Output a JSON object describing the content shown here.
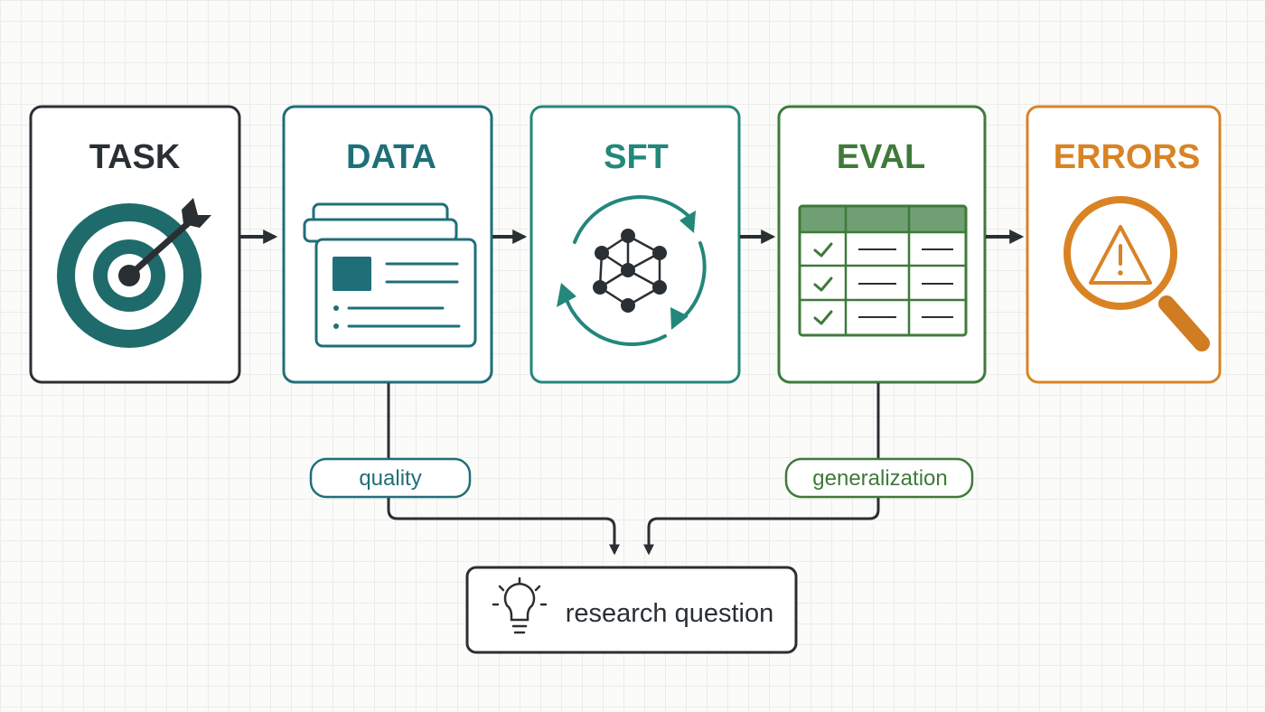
{
  "stages": [
    {
      "title": "TASK",
      "color": "#2a2f33",
      "icon": "target-icon"
    },
    {
      "title": "DATA",
      "color": "#1f6f78",
      "icon": "documents-icon"
    },
    {
      "title": "SFT",
      "color": "#23877a",
      "icon": "training-cycle-icon"
    },
    {
      "title": "EVAL",
      "color": "#3f7a3a",
      "icon": "checklist-table-icon"
    },
    {
      "title": "ERRORS",
      "color": "#d98324",
      "icon": "magnifier-warning-icon"
    }
  ],
  "branches": {
    "data_label": "quality",
    "eval_label": "generalization"
  },
  "result": {
    "label": "research question",
    "icon": "lightbulb-icon"
  },
  "colors": {
    "target_teal": "#1f6b6b",
    "eval_header": "#6f9f72",
    "arrow": "#2a2f33"
  }
}
